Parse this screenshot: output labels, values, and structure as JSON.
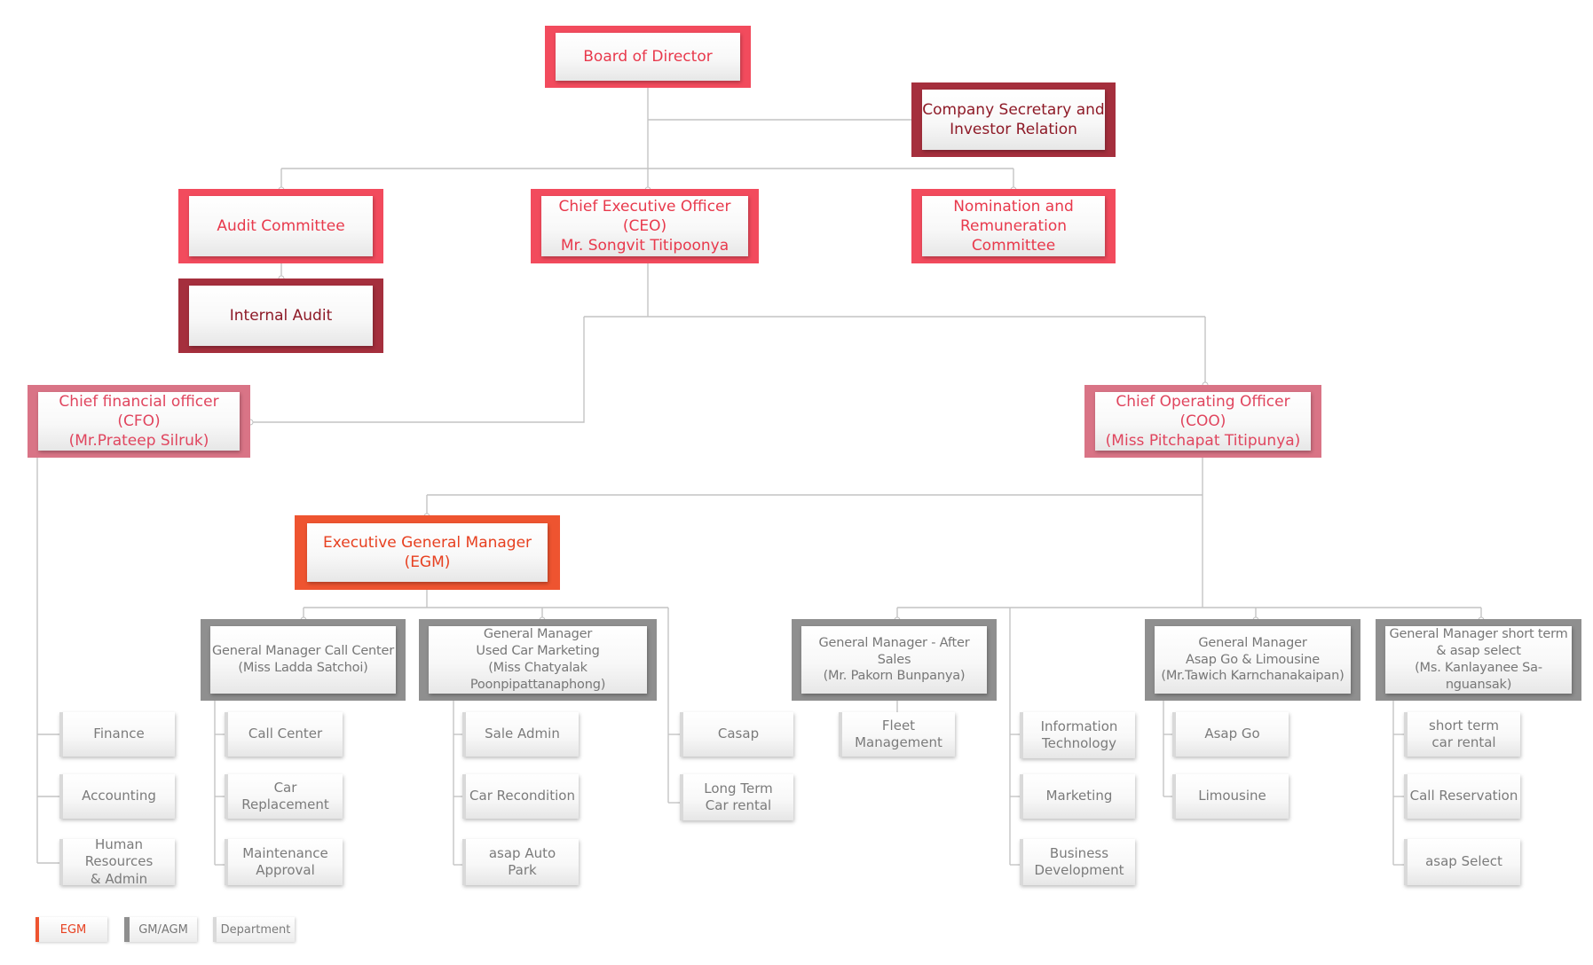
{
  "board": "Board of Director",
  "secretary": "Company Secretary and\nInvestor Relation",
  "audit_committee": "Audit Committee",
  "internal_audit": "Internal Audit",
  "ceo": "Chief Executive Officer (CEO)\nMr. Songvit Titipoonya",
  "nomination": "Nomination and\nRemuneration Committee",
  "cfo": "Chief financial officer (CFO)\n(Mr.Prateep Silruk)",
  "coo": "Chief Operating Officer (COO)\n(Miss Pitchapat Titipunya)",
  "egm": "Executive General Manager (EGM)",
  "gm": {
    "call_center": "General Manager Call Center\n(Miss Ladda Satchoi)",
    "used_car": "General Manager\nUsed Car Marketing\n(Miss Chatyalak Poonpipattanaphong)",
    "after_sales": "General Manager - After Sales\n(Mr. Pakorn Bunpanya)",
    "asap_go": "General Manager\nAsap Go & Limousine\n(Mr.Tawich Karnchanakaipan)",
    "short_term": "General Manager short term\n& asap select\n(Ms. Kanlayanee Sa-nguansak)"
  },
  "departments": {
    "finance": "Finance",
    "accounting": "Accounting",
    "hr": "Human Resources\n& Admin",
    "call_center": "Call Center",
    "car_replacement": "Car Replacement",
    "maintenance": "Maintenance\nApproval",
    "sale_admin": "Sale Admin",
    "car_recondition": "Car Recondition",
    "asap_auto_park": "asap Auto\nPark",
    "casap": "Casap",
    "long_term": "Long Term\nCar rental",
    "fleet": "Fleet\nManagement",
    "it": "Information\nTechnology",
    "marketing": "Marketing",
    "business_dev": "Business\nDevelopment",
    "asap_go": "Asap Go",
    "limousine": "Limousine",
    "short_term": "short term\ncar rental",
    "call_reservation": "Call Reservation",
    "asap_select": "asap Select"
  },
  "legend": {
    "egm": "EGM",
    "gm": "GM/AGM",
    "department": "Department"
  },
  "colors": {
    "board_level": "#f24b5d",
    "secretary_audit": "#a52f3d",
    "chief_officers": "#d97486",
    "egm": "#ee5430",
    "gm_agm": "#8f8f8f",
    "department": "#d9d9d9",
    "connector": "#c4c4c4"
  }
}
